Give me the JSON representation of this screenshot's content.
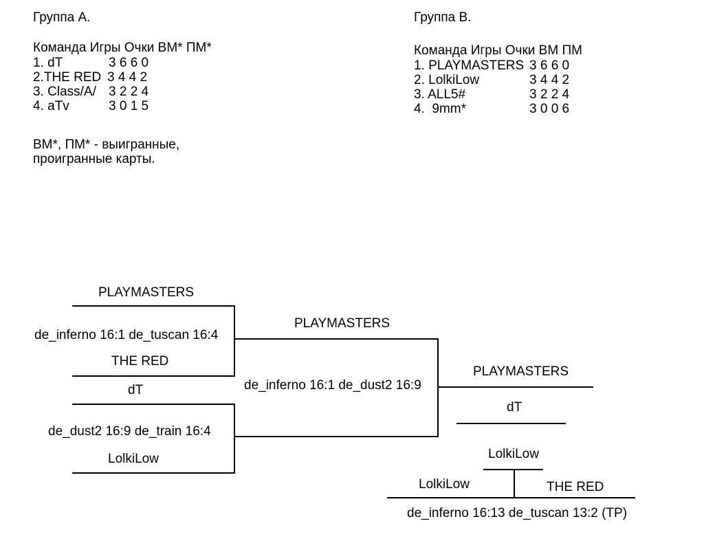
{
  "page": {
    "background_color": "#ffffff",
    "text_color": "#000000",
    "line_color": "#000000"
  },
  "group_a": {
    "title": "Группа А.",
    "header": "Команда Игры Очки ВМ* ПМ*",
    "rows": [
      {
        "name": "1. dT",
        "stats": "3 6 6 0"
      },
      {
        "name": "2.THE RED",
        "stats": "3 4 4 2"
      },
      {
        "name": "3. Class/A/",
        "stats": "3 2 2 4"
      },
      {
        "name": "4. aTv",
        "stats": "3 0 1 5"
      }
    ],
    "footnote": [
      "ВМ*, ПМ* - выигранные,",
      "проигранные карты."
    ]
  },
  "group_b": {
    "title": "Группа В.",
    "header": "Команда Игры Очки ВМ ПМ",
    "rows": [
      {
        "name": "1. PLAYMASTERS",
        "stats": "3 6 6 0"
      },
      {
        "name": "2. LolkiLow",
        "stats": "3 4 4 2"
      },
      {
        "name": "3. ALL5#",
        "stats": "3 2 2 4"
      },
      {
        "name": "4.  9mm*",
        "stats": "3 0 0 6"
      }
    ]
  },
  "bracket": {
    "semifinal_1": {
      "team_top": "PLAYMASTERS",
      "score": "de_inferno 16:1 de_tuscan 16:4",
      "team_bottom": "THE RED"
    },
    "semifinal_2": {
      "team_top": "dT",
      "score": "de_dust2 16:9 de_train 16:4",
      "team_bottom": "LolkiLow"
    },
    "final": {
      "team_top": "PLAYMASTERS",
      "score": "de_inferno 16:1 de_dust2 16:9"
    },
    "champion": "PLAYMASTERS",
    "runner_up": "dT",
    "third_place": {
      "winner": "LolkiLow",
      "team_left": "LolkiLow",
      "team_right": "THE RED",
      "score": "de_inferno 16:13 de_tuscan 13:2 (TP)"
    }
  }
}
